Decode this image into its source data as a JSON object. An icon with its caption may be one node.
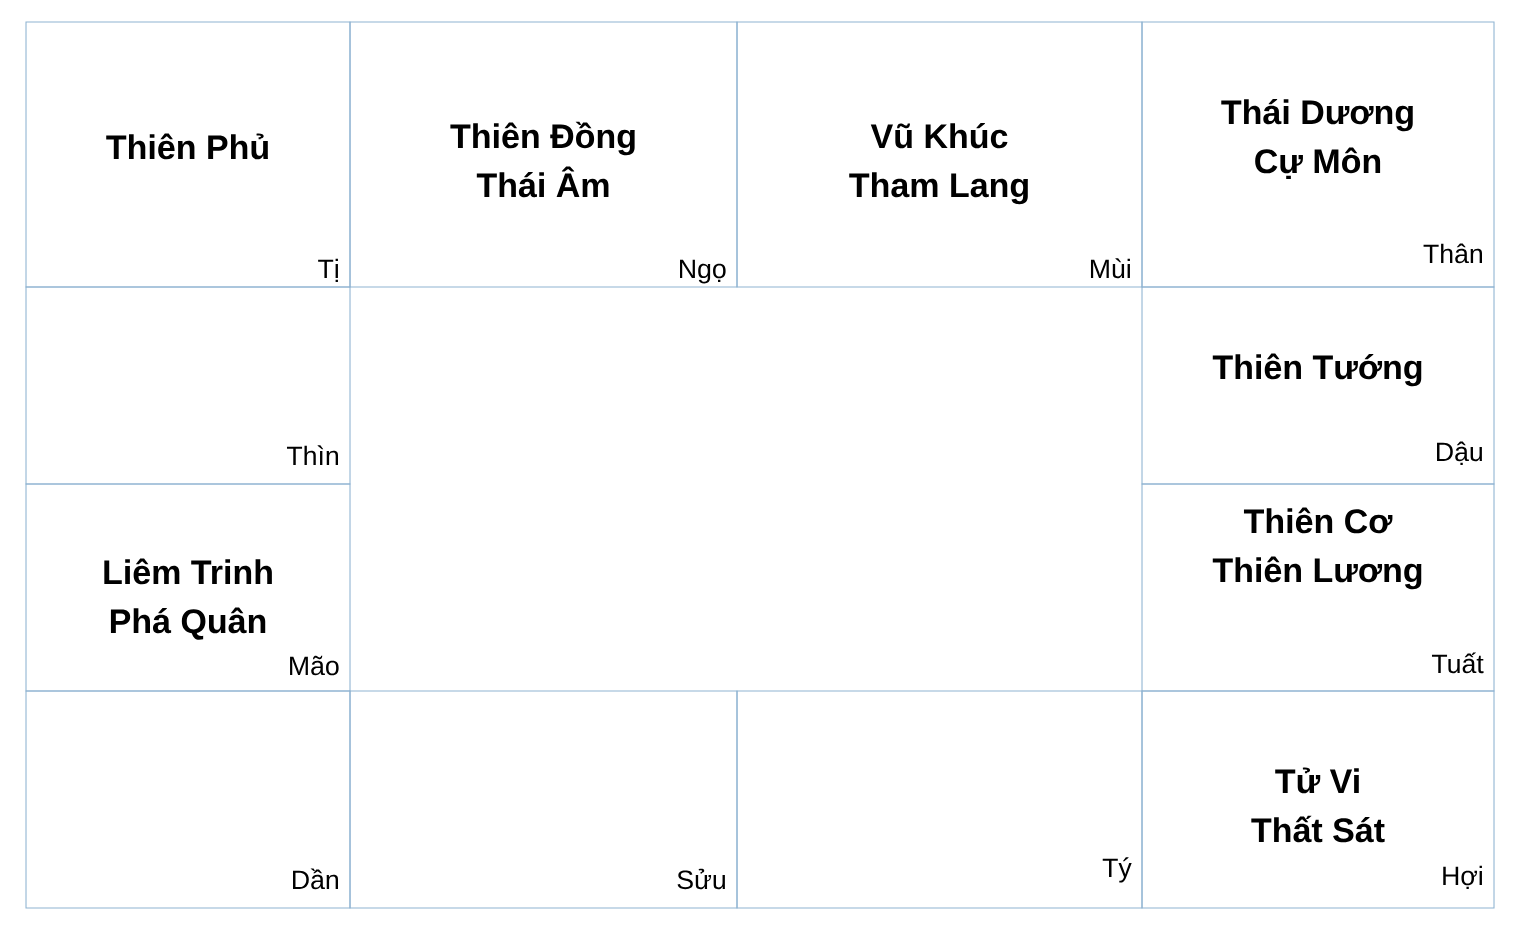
{
  "diagram": {
    "nodes": [
      {
        "text": [
          "Thiên Phủ",
          "Tị"
        ]
      },
      {
        "text": [
          "Thiên Đồng",
          "Thái Âm",
          "Ngọ"
        ]
      },
      {
        "text": [
          "Vũ Khúc",
          "Tham Lang",
          "Mùi"
        ]
      },
      {
        "text": [
          "Thái Dương",
          "Cự Môn",
          "Thân"
        ]
      },
      {
        "text": [
          "Thìn"
        ]
      },
      {
        "text": [
          "Thiên Tướng",
          "Dậu"
        ]
      },
      {
        "text": [
          "Liêm Trinh",
          "Phá Quân",
          "Mão"
        ]
      },
      {
        "text": [
          "Thiên Cơ",
          "Thiên Lương",
          "Tuất"
        ]
      },
      {
        "text": [
          "Dần"
        ]
      },
      {
        "text": [
          "Sửu"
        ]
      },
      {
        "text": [
          "Tý"
        ]
      },
      {
        "text": [
          "Tử Vi",
          "Thất Sát",
          "Hợi"
        ]
      }
    ]
  }
}
